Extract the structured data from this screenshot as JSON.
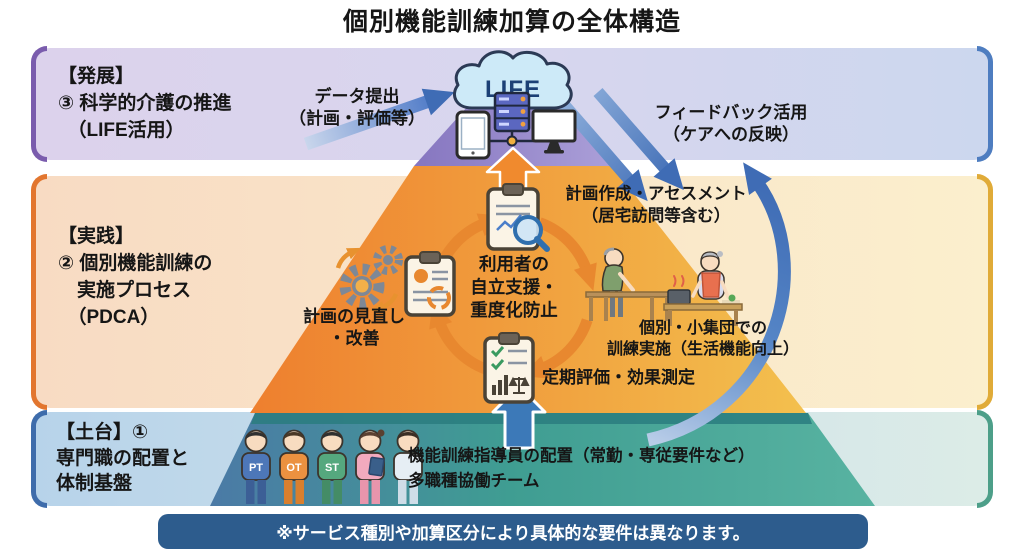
{
  "title": "個別機能訓練加算の全体構造",
  "footer_note": "※サービス種別や加算区分により具体的な要件は異なります。",
  "life_label": "LIFE",
  "layer_development": {
    "heading": "【発展】\n③ 科学的介護の推進\n　（LIFE活用）",
    "data_submission": "データ提出\n（計画・評価等）",
    "feedback": "フィードバック活用\n（ケアへの反映）"
  },
  "layer_practice": {
    "heading": "【実践】\n② 個別機能訓練の\n　実施プロセス\n　（PDCA）",
    "plan": "計画作成・アセスメント\n（居宅訪問等含む）",
    "goal": "利用者の\n自立支援・\n重度化防止",
    "training": "個別・小集団での\n訓練実施（生活機能向上）",
    "evaluation": "定期評価・効果測定",
    "review": "計画の見直し\n・改善"
  },
  "layer_foundation": {
    "heading": "【土台】①\n専門職の配置と\n体制基盤",
    "staffing": "機能訓練指導員の配置（常勤・専従要件など）\n多職種協働チーム",
    "roles": [
      "PT",
      "OT",
      "ST"
    ]
  },
  "colors": {
    "development_accent": "#7a5cad",
    "development_accent_right": "#4e7dc0",
    "practice_accent": "#e2762f",
    "practice_accent_right": "#e0ab38",
    "foundation_accent": "#3e6cab",
    "foundation_accent_right": "#4d9f89",
    "pyramid_top": "#8a77c2",
    "pyramid_middle": "#ef8230",
    "pyramid_base": "#42a093",
    "arrow_blue": "#4472c4",
    "cycle_orange": "#e8882f",
    "footer_bg": "#2d5c8d"
  }
}
